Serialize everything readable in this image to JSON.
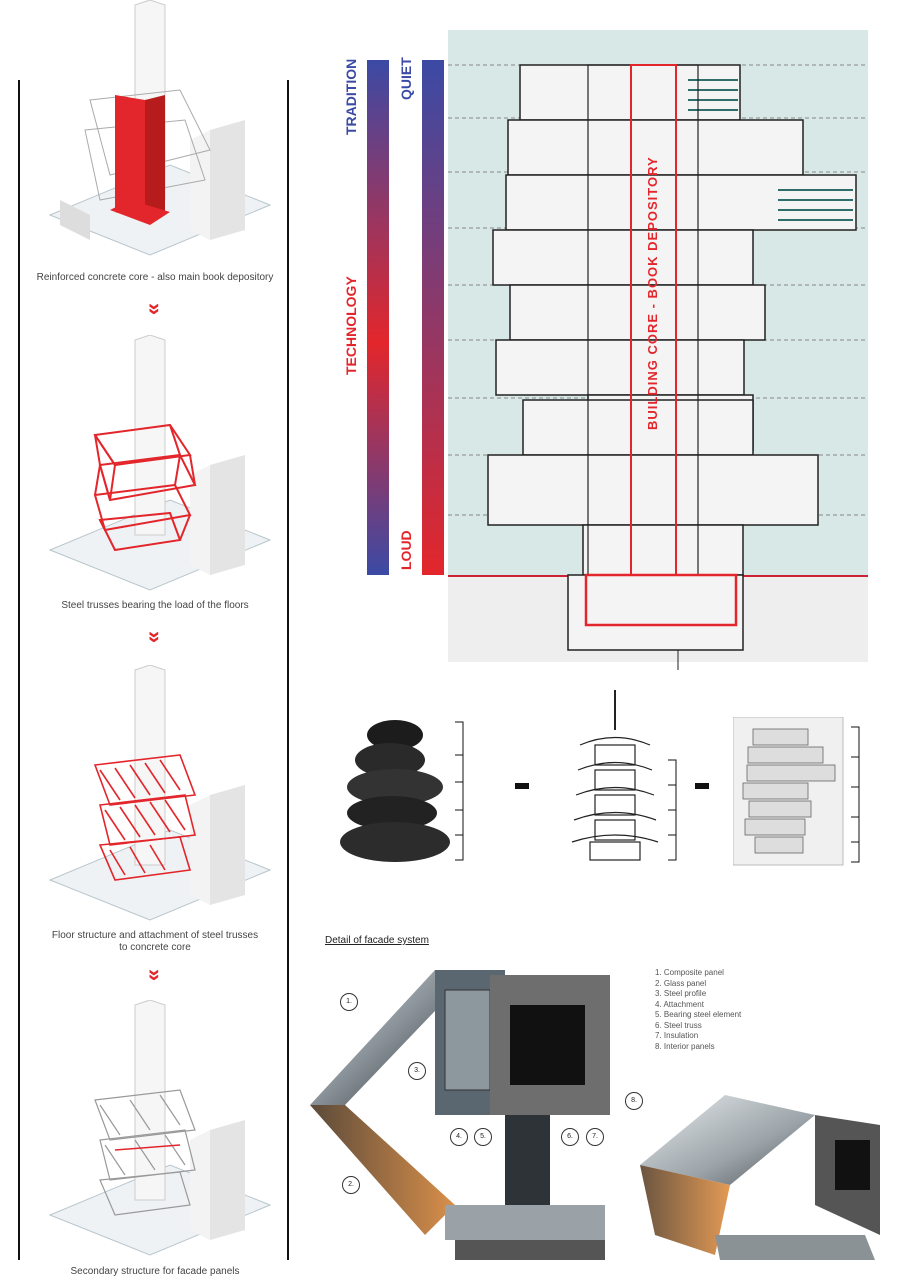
{
  "left_column": {
    "steps": [
      {
        "caption": "Reinforced concrete core - also main book depository"
      },
      {
        "caption": "Steel trusses bearing the load of the floors"
      },
      {
        "caption_line1": "Floor structure and attachment of steel trusses",
        "caption_line2": "to concrete core"
      },
      {
        "caption": "Secondary structure for facade panels"
      }
    ],
    "chevron": "»"
  },
  "section": {
    "labels": {
      "tradition": "TRADITION",
      "technology": "TECHNOLOGY",
      "quiet": "QUIET",
      "loud": "LOUD",
      "core": "BUILDING CORE - BOOK DEPOSITORY"
    },
    "colors": {
      "blue": "#3b4aa5",
      "red": "#e3262b",
      "sky": "#d7e8e6"
    }
  },
  "comparison": {
    "equals_sign": "="
  },
  "facade_detail": {
    "title": "Detail of facade system",
    "legend": [
      "1. Composite panel",
      "2. Glass panel",
      "3. Steel profile",
      "4. Attachment",
      "5. Bearing steel element",
      "6. Steel truss",
      "7. Insulation",
      "8. Interior panels"
    ],
    "callouts": [
      "1.",
      "2.",
      "3.",
      "4.",
      "5.",
      "6.",
      "7.",
      "8."
    ]
  }
}
